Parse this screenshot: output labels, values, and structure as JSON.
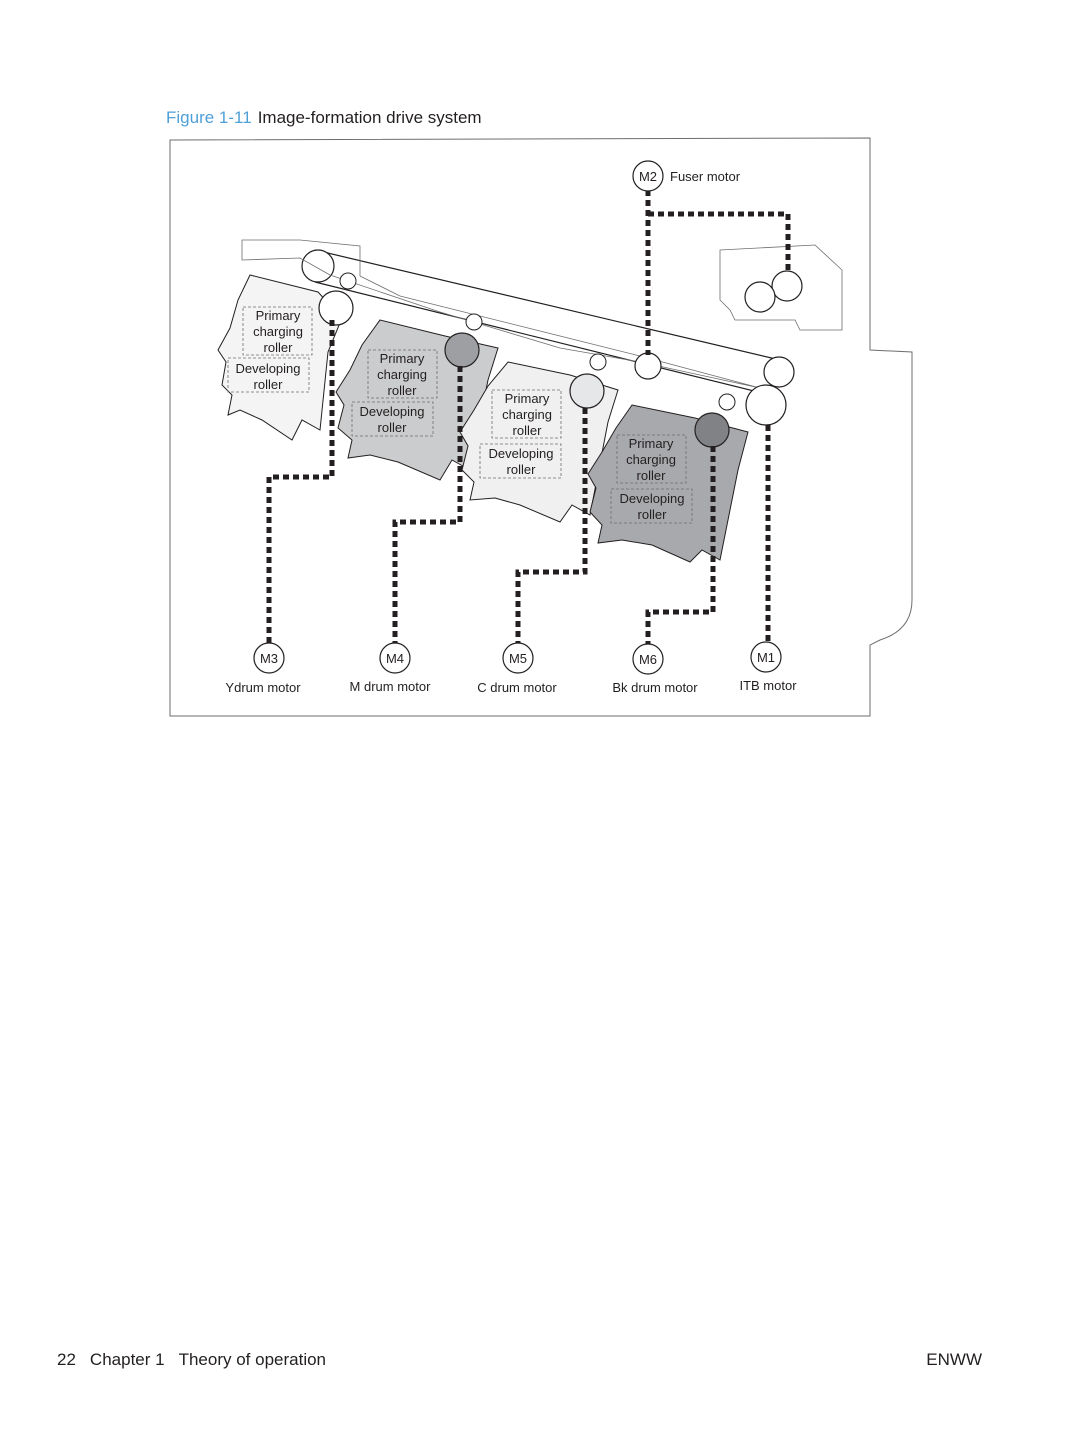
{
  "figure": {
    "number": "Figure 1-11",
    "title": "Image-formation drive system"
  },
  "diagram": {
    "fuser_motor": {
      "id": "M2",
      "label": "Fuser motor"
    },
    "cartridges": [
      {
        "primary_lines": [
          "Primary",
          "charging",
          "roller"
        ],
        "dev_lines": [
          "Developing",
          "roller"
        ]
      },
      {
        "primary_lines": [
          "Primary",
          "charging",
          "roller"
        ],
        "dev_lines": [
          "Developing",
          "roller"
        ]
      },
      {
        "primary_lines": [
          "Primary",
          "charging",
          "roller"
        ],
        "dev_lines": [
          "Developing",
          "roller"
        ]
      },
      {
        "primary_lines": [
          "Primary",
          "charging",
          "roller"
        ],
        "dev_lines": [
          "Developing",
          "roller"
        ]
      }
    ],
    "motors": [
      {
        "id": "M3",
        "label": "Ydrum motor"
      },
      {
        "id": "M4",
        "label": "M drum motor"
      },
      {
        "id": "M5",
        "label": "C drum motor"
      },
      {
        "id": "M6",
        "label": "Bk drum motor"
      },
      {
        "id": "M1",
        "label": "ITB motor"
      }
    ]
  },
  "footer": {
    "page_number": "22",
    "chapter": "Chapter 1",
    "section": "Theory of operation",
    "right_label": "ENWW"
  }
}
